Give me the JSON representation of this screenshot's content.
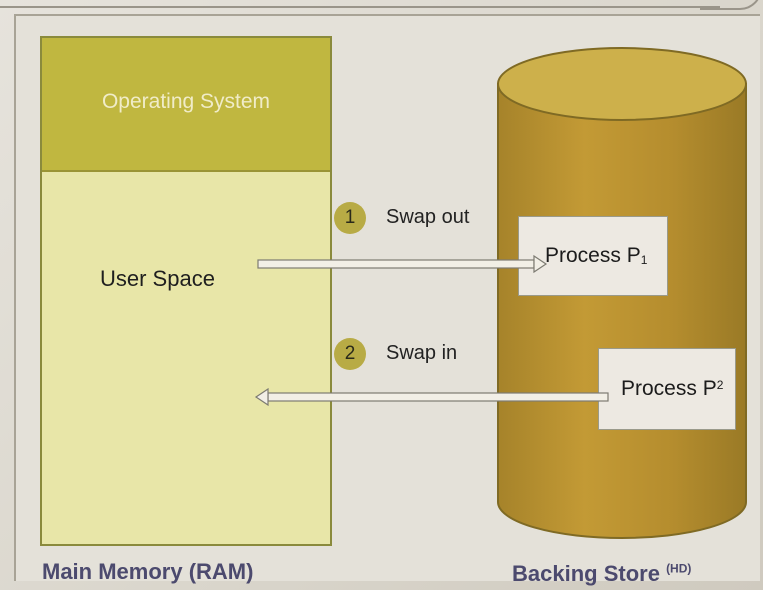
{
  "main_memory": {
    "os_label": "Operating System",
    "user_space_label": "User Space",
    "caption": "Main Memory (RAM)"
  },
  "backing_store": {
    "caption": "Backing Store",
    "caption_suffix": "(HD)"
  },
  "steps": [
    {
      "number": "1",
      "label": "Swap out"
    },
    {
      "number": "2",
      "label": "Swap in"
    }
  ],
  "processes": [
    {
      "label": "Process P",
      "subscript": "1"
    },
    {
      "label": "Process P",
      "subscript": "2"
    }
  ],
  "colors": {
    "os_block": "#c0b740",
    "user_space": "#e8e6a8",
    "cylinder": "#b8932e",
    "caption_text": "#4c4a6e",
    "badge": "#b8ab45"
  }
}
